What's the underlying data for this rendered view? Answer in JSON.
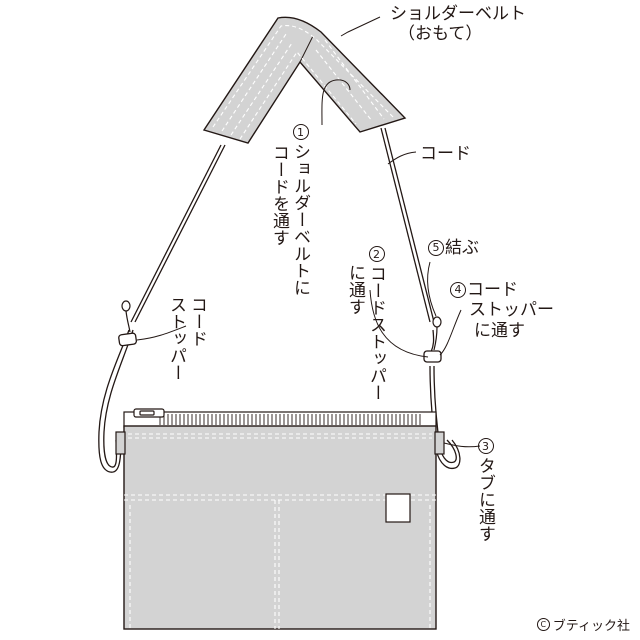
{
  "labels": {
    "belt_line1": "ショルダーベルト",
    "belt_line2": "（おもて）",
    "cord": "コード",
    "stopper_left_col1": "コード",
    "stopper_left_col2": "ストッパー"
  },
  "steps": [
    {
      "num": "①",
      "text_col1": "ショルダーベルトに",
      "text_col2": "コードを通す"
    },
    {
      "num": "②",
      "text_col1": "コードストッパー",
      "text_col2": "に通す"
    },
    {
      "num": "③",
      "text_col1": "タブに通す"
    },
    {
      "num": "④",
      "text_line1": "コード",
      "text_line2": "ストッパー",
      "text_line3": "に通す"
    },
    {
      "num": "⑤",
      "text": "結ぶ"
    }
  ],
  "credit": {
    "symbol": "C",
    "text": "ブティック社"
  },
  "colors": {
    "line": "#231815",
    "fabric_gray": "#d3d3d3",
    "stitch": "#ffffff",
    "background": "#ffffff"
  }
}
